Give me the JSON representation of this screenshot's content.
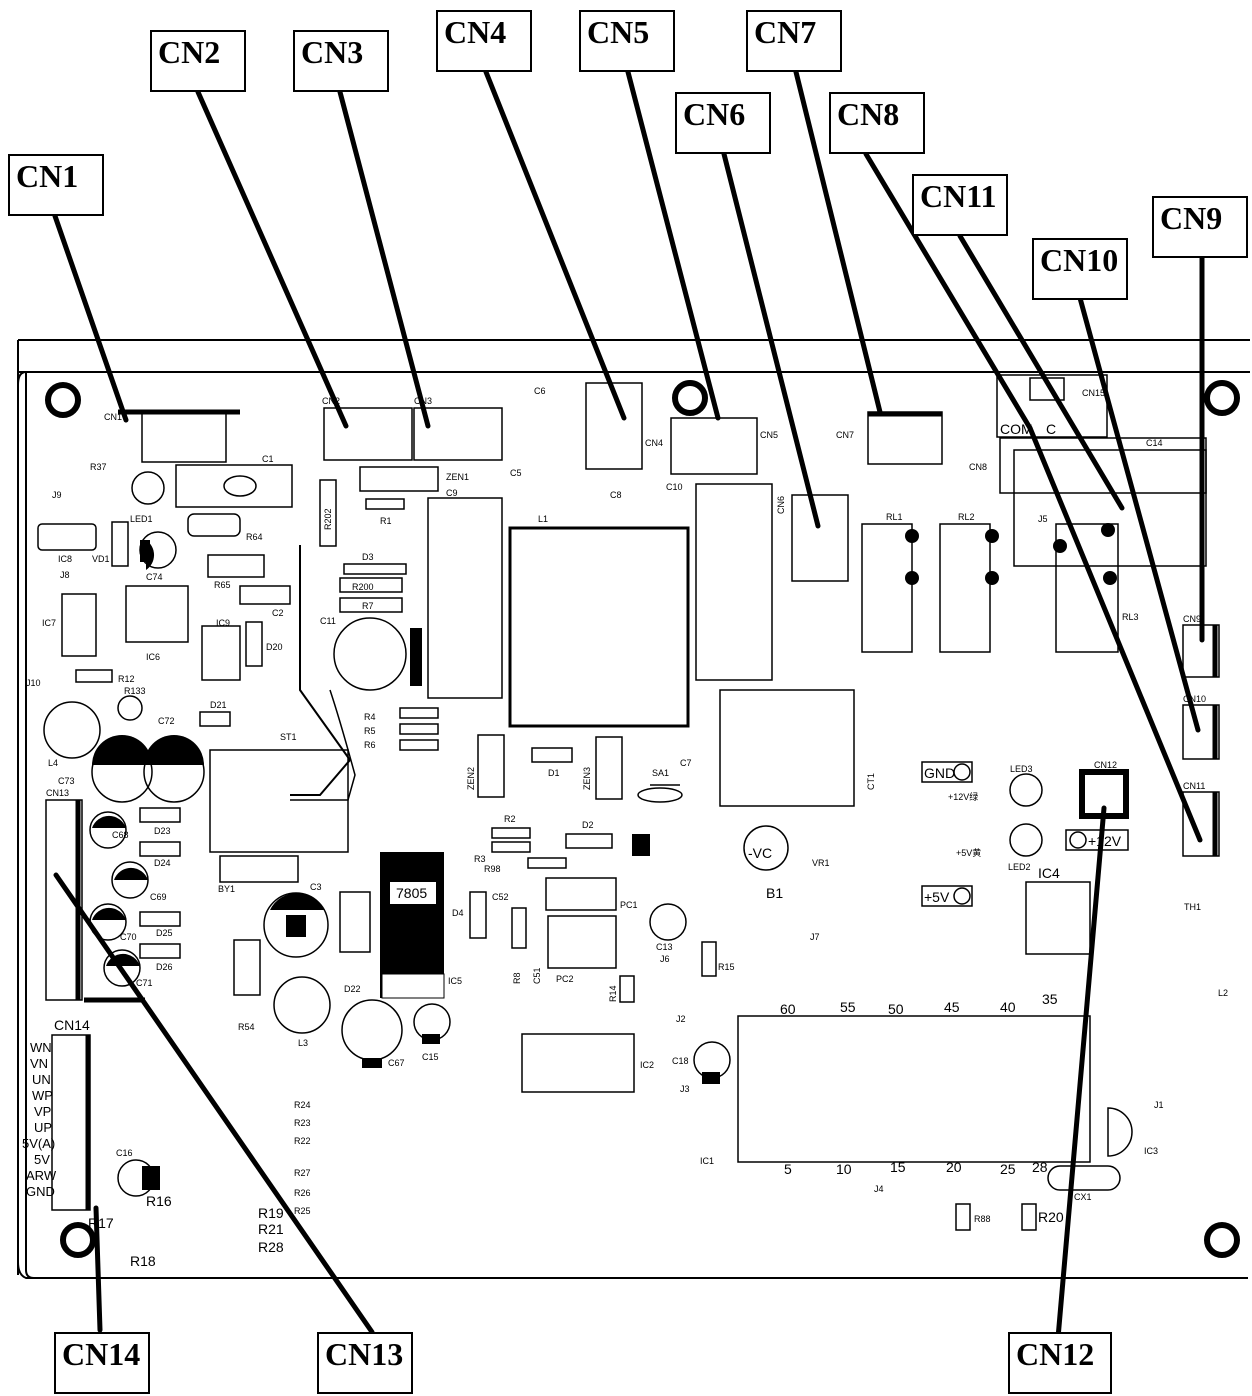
{
  "callouts": {
    "cn1": "CN1",
    "cn2": "CN2",
    "cn3": "CN3",
    "cn4": "CN4",
    "cn5": "CN5",
    "cn6": "CN6",
    "cn7": "CN7",
    "cn8": "CN8",
    "cn9": "CN9",
    "cn10": "CN10",
    "cn11": "CN11",
    "cn12": "CN12",
    "cn13": "CN13",
    "cn14": "CN14"
  },
  "board": {
    "connectors": [
      "CN1",
      "CN2",
      "CN3",
      "CN4",
      "CN5",
      "CN6",
      "CN7",
      "CN8",
      "CN9",
      "CN10",
      "CN11",
      "CN12",
      "CN13",
      "CN14",
      "CN15"
    ],
    "misc_labels": [
      "COM",
      "C",
      "C14",
      "J5",
      "RL1",
      "RL2",
      "RL3",
      "J9",
      "R37",
      "LED1",
      "C1",
      "ZEN1",
      "R1",
      "C9",
      "C5",
      "C6",
      "C8",
      "C10",
      "L1",
      "R202",
      "D3",
      "R200",
      "R7",
      "C11",
      "IC8",
      "VD1",
      "C74",
      "J8",
      "R64",
      "R65",
      "C2",
      "IC6",
      "IC7",
      "IC9",
      "D20",
      "J10",
      "R12",
      "R133",
      "D21",
      "C72",
      "L4",
      "C73",
      "ST1",
      "R4",
      "R5",
      "R6",
      "ZEN2",
      "D1",
      "ZEN3",
      "SA1",
      "C7",
      "CT1",
      "R2",
      "D2",
      "R3",
      "R98",
      "C52",
      "PC1",
      "C13",
      "C51",
      "PC2",
      "R8",
      "J6",
      "R14",
      "R15",
      "J7",
      "B1",
      "VR1",
      "CN13",
      "C68",
      "D23",
      "D24",
      "C69",
      "D25",
      "C70",
      "D26",
      "C71",
      "BY1",
      "C3",
      "D22",
      "7805",
      "D4",
      "IC5",
      "L3",
      "R54",
      "C67",
      "C15",
      "C18",
      "J2",
      "IC2",
      "J3",
      "IC1",
      "J1",
      "IC3",
      "CX1",
      "J4",
      "R88",
      "R20",
      "LED3",
      "LED2",
      "+12V",
      "+5V",
      "GND",
      "TH1",
      "L2",
      "IC4",
      "R24",
      "R23",
      "R22",
      "R27",
      "R26",
      "R25",
      "C16",
      "R16",
      "R17",
      "R19",
      "R21",
      "R28",
      "R18"
    ],
    "cn14_pins": [
      "WN",
      "VN",
      "UN",
      "WP",
      "VP",
      "UP",
      "5V(A)",
      "5V",
      "ARW",
      "GND"
    ],
    "ic1_top_pins": [
      "60",
      "55",
      "50",
      "45",
      "40",
      "35"
    ],
    "ic1_bottom_pins": [
      "5",
      "10",
      "15",
      "20",
      "25",
      "28"
    ],
    "led3_note": "+12V绿",
    "led2_note": "+5V黄",
    "b1_text": "-VC"
  }
}
